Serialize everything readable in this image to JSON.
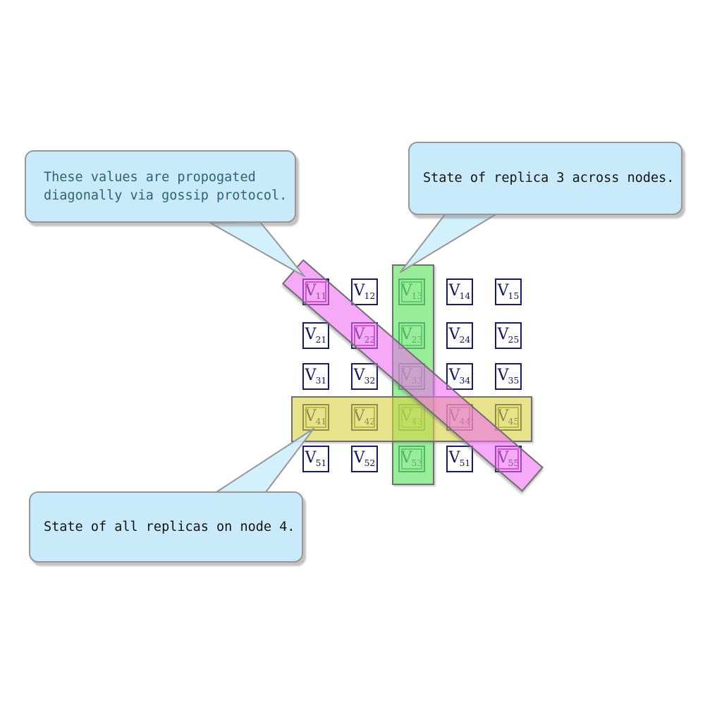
{
  "colors": {
    "callout_fill": "#c8eafa",
    "callout_border": "#979797",
    "tail_fill": "#cdeffd",
    "green_band": "rgba(112,231,112,0.72)",
    "yellow_band": "rgba(216,210,68,0.62)",
    "pink_band": "rgba(240,107,240,0.58)",
    "band_border": "#707070",
    "cell_border": "#191970",
    "cell_text": "#15155e",
    "gossip_text": "#2e6274",
    "note_text": "#141414",
    "frame_green": "#2f9455",
    "frame_yellow": "#8f8f35",
    "frame_pink": "#aa35aa",
    "frame_green_yellow": "#6f9a30",
    "frame_green_pink": "#7d5aa5",
    "frame_yellow_pink": "#a2628f"
  },
  "callouts": {
    "gossip": {
      "lines": [
        "These values are propogated",
        "diagonally via gossip protocol."
      ]
    },
    "replica3": {
      "lines": [
        "State of replica 3 across nodes."
      ]
    },
    "node4": {
      "lines": [
        "State of all replicas on node 4."
      ]
    }
  },
  "bands": {
    "green": {
      "meaning": "state of replica 3 across nodes (column 3)"
    },
    "yellow": {
      "meaning": "state of all replicas on node 4 (row 4)"
    },
    "pink": {
      "meaning": "values propagated diagonally via gossip protocol"
    }
  },
  "matrix": {
    "rows": 5,
    "cols": 5,
    "cells": [
      {
        "v": "V",
        "sub": "11",
        "highlight": "pink"
      },
      {
        "v": "V",
        "sub": "12",
        "highlight": null
      },
      {
        "v": "V",
        "sub": "13",
        "highlight": "green"
      },
      {
        "v": "V",
        "sub": "14",
        "highlight": null
      },
      {
        "v": "V",
        "sub": "15",
        "highlight": null
      },
      {
        "v": "V",
        "sub": "21",
        "highlight": null
      },
      {
        "v": "V",
        "sub": "22",
        "highlight": "pink"
      },
      {
        "v": "V",
        "sub": "23",
        "highlight": "green"
      },
      {
        "v": "V",
        "sub": "24",
        "highlight": null
      },
      {
        "v": "V",
        "sub": "25",
        "highlight": null
      },
      {
        "v": "V",
        "sub": "31",
        "highlight": null
      },
      {
        "v": "V",
        "sub": "32",
        "highlight": null
      },
      {
        "v": "V",
        "sub": "33",
        "highlight": "green-pink"
      },
      {
        "v": "V",
        "sub": "34",
        "highlight": null
      },
      {
        "v": "V",
        "sub": "35",
        "highlight": null
      },
      {
        "v": "V",
        "sub": "41",
        "highlight": "yellow"
      },
      {
        "v": "V",
        "sub": "42",
        "highlight": "yellow"
      },
      {
        "v": "V",
        "sub": "43",
        "highlight": "green-yellow"
      },
      {
        "v": "V",
        "sub": "44",
        "highlight": "yellow-pink"
      },
      {
        "v": "V",
        "sub": "45",
        "highlight": "yellow"
      },
      {
        "v": "V",
        "sub": "51",
        "highlight": null
      },
      {
        "v": "V",
        "sub": "52",
        "highlight": null
      },
      {
        "v": "V",
        "sub": "53",
        "highlight": "green"
      },
      {
        "v": "V",
        "sub": "51",
        "highlight": null
      },
      {
        "v": "V",
        "sub": "55",
        "highlight": "pink"
      }
    ]
  }
}
